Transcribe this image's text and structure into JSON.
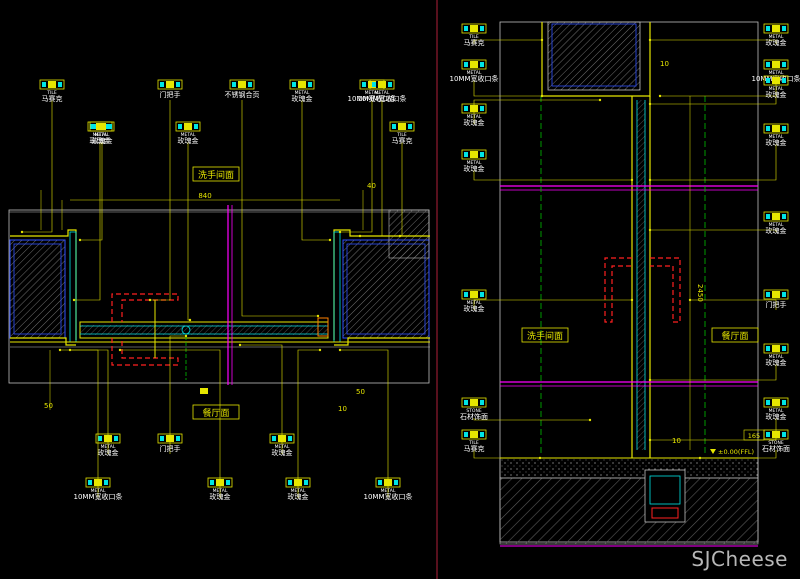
{
  "colors": {
    "bg": "#000000",
    "yellow": "#e6e600",
    "cyan": "#00e5e5",
    "blue": "#2f4fff",
    "red": "#ff2020",
    "magenta": "#ff00ff",
    "white": "#ffffff",
    "grey": "#8a8a8a",
    "green": "#00c000",
    "orange": "#ff8000"
  },
  "left": {
    "room_top": "洗手间面",
    "room_bottom": "餐厅面",
    "dim_top": "840",
    "dim_right_side": "40",
    "dim_bottom_left": "50",
    "dim_bottom_right": "50",
    "dim_10": "10",
    "callouts_top": [
      {
        "code": "TILE",
        "text": "马赛克"
      },
      {
        "code": "METAL",
        "text": "10MM宽收口条"
      },
      {
        "code": "METAL",
        "text": "玫瑰金"
      },
      {
        "code": "",
        "text": "门把手"
      },
      {
        "code": "",
        "text": "不锈钢合页"
      },
      {
        "code": "METAL",
        "text": "玫瑰金"
      },
      {
        "code": "METAL",
        "text": "10MM宽收口条"
      },
      {
        "code": "METAL",
        "text": "玫瑰金"
      },
      {
        "code": "TILE",
        "text": "马赛克"
      },
      {
        "code": "METAL",
        "text": "玫瑰金"
      }
    ],
    "callouts_bottom": [
      {
        "code": "METAL",
        "text": "玫瑰金"
      },
      {
        "code": "",
        "text": "门把手"
      },
      {
        "code": "METAL",
        "text": "玫瑰金"
      },
      {
        "code": "METAL",
        "text": "10MM宽收口条"
      },
      {
        "code": "METAL",
        "text": "玫瑰金"
      },
      {
        "code": "METAL",
        "text": "玫瑰金"
      },
      {
        "code": "METAL",
        "text": "10MM宽收口条"
      }
    ]
  },
  "right": {
    "room_left": "洗手间面",
    "room_right": "餐厅面",
    "dim_10": "10",
    "dim_vertical": "2450",
    "dim_165": "165",
    "floor_level": "±0.00(FFL)",
    "callouts_left": [
      {
        "code": "TILE",
        "text": "马赛克"
      },
      {
        "code": "METAL",
        "text": "10MM宽收口条"
      },
      {
        "code": "METAL",
        "text": "玫瑰金"
      },
      {
        "code": "METAL",
        "text": "玫瑰金"
      },
      {
        "code": "METAL",
        "text": "玫瑰金"
      },
      {
        "code": "STONE",
        "text": "石材饰面"
      },
      {
        "code": "TILE",
        "text": "马赛克"
      }
    ],
    "callouts_right": [
      {
        "code": "METAL",
        "text": "玫瑰金"
      },
      {
        "code": "METAL",
        "text": "10MM宽收口条"
      },
      {
        "code": "METAL",
        "text": "玫瑰金"
      },
      {
        "code": "METAL",
        "text": "玫瑰金"
      },
      {
        "code": "METAL",
        "text": "玫瑰金"
      },
      {
        "code": "",
        "text": "门把手"
      },
      {
        "code": "METAL",
        "text": "玫瑰金"
      },
      {
        "code": "METAL",
        "text": "玫瑰金"
      },
      {
        "code": "STONE",
        "text": "石材饰面"
      }
    ]
  },
  "watermark": "SJCheese"
}
